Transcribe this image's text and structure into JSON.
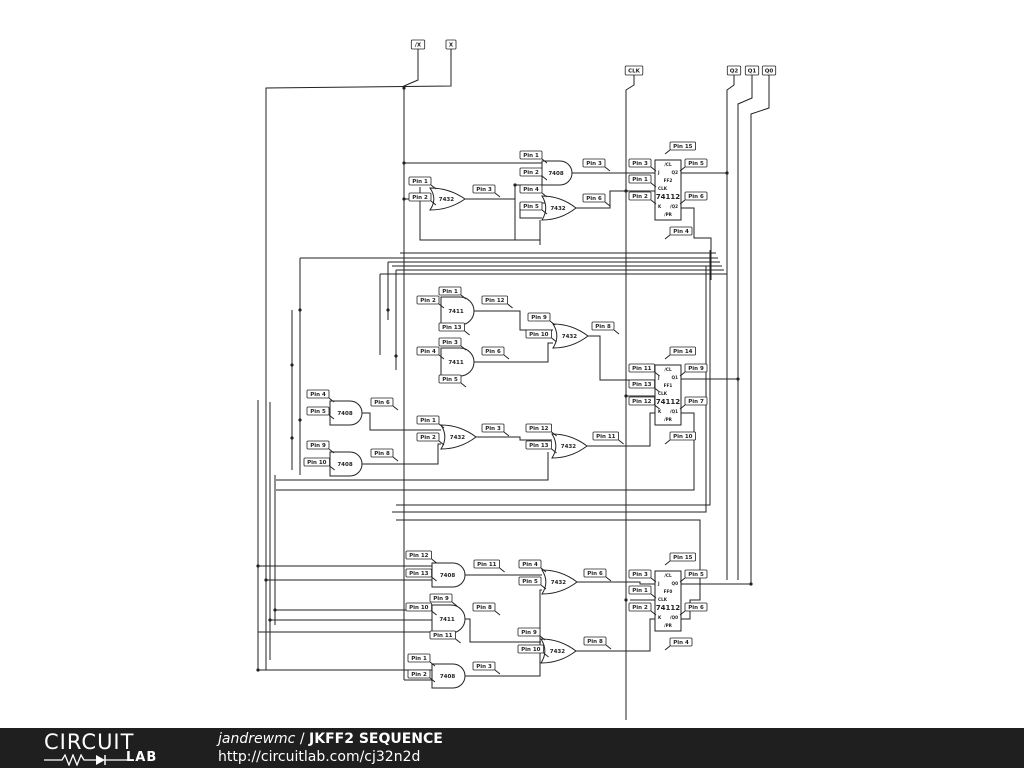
{
  "footer": {
    "logo_top": "CIRCUIT",
    "logo_bottom": "LAB",
    "author": "jandrewmc",
    "separator": " / ",
    "title": "JKFF2 SEQUENCE",
    "url": "http://circuitlab.com/cj32n2d"
  },
  "schematic": {
    "inputs": [
      {
        "id": "notx",
        "text": "/X"
      },
      {
        "id": "x",
        "text": "X"
      },
      {
        "id": "clk",
        "text": "CLK"
      },
      {
        "id": "q2",
        "text": "Q2"
      },
      {
        "id": "q1",
        "text": "Q1"
      },
      {
        "id": "q0",
        "text": "Q0"
      }
    ],
    "gates": [
      {
        "id": "g1",
        "type": "7408",
        "pins": [
          "Pin 1",
          "Pin 2",
          "Pin 3"
        ]
      },
      {
        "id": "g2",
        "type": "7432",
        "pins": [
          "Pin 1",
          "Pin 2",
          "Pin 3"
        ]
      },
      {
        "id": "g3",
        "type": "7432",
        "pins": [
          "Pin 4",
          "Pin 5",
          "Pin 6"
        ]
      },
      {
        "id": "g4",
        "type": "7411",
        "pins": [
          "Pin 1",
          "Pin 2",
          "Pin 13",
          "Pin 12"
        ]
      },
      {
        "id": "g5",
        "type": "7432",
        "pins": [
          "Pin 9",
          "Pin 10",
          "Pin 8"
        ]
      },
      {
        "id": "g6",
        "type": "7411",
        "pins": [
          "Pin 3",
          "Pin 4",
          "Pin 5",
          "Pin 6"
        ]
      },
      {
        "id": "g7",
        "type": "7408",
        "pins": [
          "Pin 4",
          "Pin 5",
          "Pin 6"
        ]
      },
      {
        "id": "g8",
        "type": "7432",
        "pins": [
          "Pin 1",
          "Pin 2",
          "Pin 3"
        ]
      },
      {
        "id": "g9",
        "type": "7432",
        "pins": [
          "Pin 12",
          "Pin 13",
          "Pin 11"
        ]
      },
      {
        "id": "g10",
        "type": "7408",
        "pins": [
          "Pin 9",
          "Pin 10",
          "Pin 8"
        ]
      },
      {
        "id": "g11",
        "type": "7408",
        "pins": [
          "Pin 12",
          "Pin 13",
          "Pin 11"
        ]
      },
      {
        "id": "g12",
        "type": "7432",
        "pins": [
          "Pin 4",
          "Pin 5",
          "Pin 6"
        ]
      },
      {
        "id": "g13",
        "type": "7411",
        "pins": [
          "Pin 9",
          "Pin 10",
          "Pin 11",
          "Pin 8"
        ]
      },
      {
        "id": "g14",
        "type": "7432",
        "pins": [
          "Pin 9",
          "Pin 10",
          "Pin 8"
        ]
      },
      {
        "id": "g15",
        "type": "7408",
        "pins": [
          "Pin 1",
          "Pin 2",
          "Pin 3"
        ]
      }
    ],
    "flipflops": [
      {
        "id": "ff2",
        "name": "FF2",
        "part": "74112",
        "clr": "/CL",
        "q": "Q2",
        "clk": "CLK",
        "j": "J",
        "k": "K",
        "qbar": "/Q2",
        "pr": "/PR",
        "pins": {
          "top": "Pin 15",
          "j": "Pin 3",
          "clk": "Pin 1",
          "k": "Pin 2",
          "q": "Pin 5",
          "qbar": "Pin 6",
          "bottom": "Pin 4"
        }
      },
      {
        "id": "ff1",
        "name": "FF1",
        "part": "74112",
        "clr": "/CL",
        "q": "Q1",
        "clk": "CLK",
        "j": "J",
        "k": "K",
        "qbar": "/Q1",
        "pr": "/PR",
        "pins": {
          "top": "Pin 14",
          "j": "Pin 11",
          "clk": "Pin 13",
          "k": "Pin 12",
          "q": "Pin 9",
          "qbar": "Pin 7",
          "bottom": "Pin 10"
        }
      },
      {
        "id": "ff0",
        "name": "FF0",
        "part": "74112",
        "clr": "/CL",
        "q": "Q0",
        "clk": "CLK",
        "j": "J",
        "k": "K",
        "qbar": "/Q0",
        "pr": "/PR",
        "pins": {
          "top": "Pin 15",
          "j": "Pin 3",
          "clk": "Pin 1",
          "k": "Pin 2",
          "q": "Pin 5",
          "qbar": "Pin 6",
          "bottom": "Pin 4"
        }
      }
    ]
  }
}
